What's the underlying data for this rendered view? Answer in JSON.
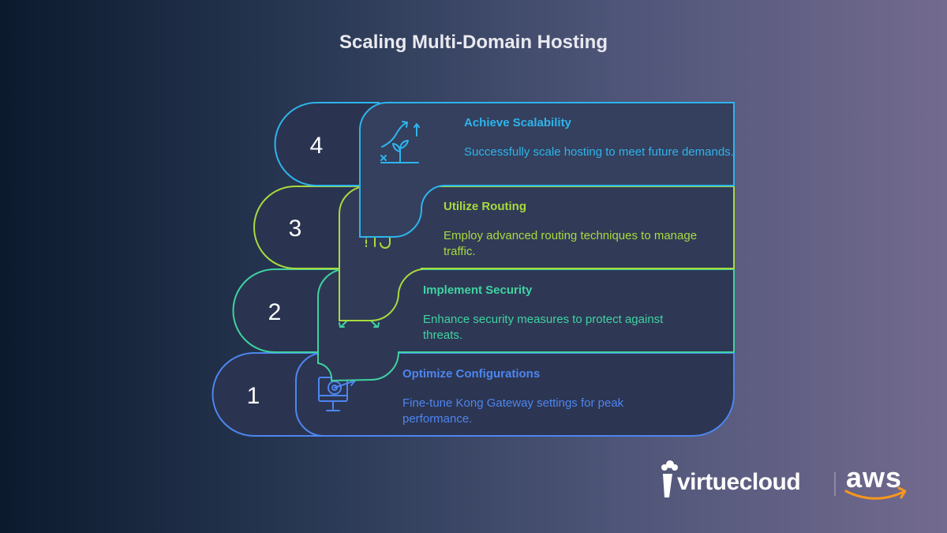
{
  "title": "Scaling Multi-Domain Hosting",
  "steps": [
    {
      "number": "1",
      "title": "Optimize Configurations",
      "description": "Fine-tune Kong Gateway settings for peak performance.",
      "icon": "monitor-target-icon",
      "color": "#4d86f0"
    },
    {
      "number": "2",
      "title": "Implement Security",
      "description": "Enhance security measures to protect against threats.",
      "icon": "shield-network-icon",
      "color": "#3fd3a0"
    },
    {
      "number": "3",
      "title": "Utilize Routing",
      "description": "Employ advanced routing techniques to manage traffic.",
      "icon": "routing-arrows-icon",
      "color": "#a9da3e"
    },
    {
      "number": "4",
      "title": "Achieve Scalability",
      "description": "Successfully scale hosting to meet future demands.",
      "icon": "growth-plant-icon",
      "color": "#2eb4ec"
    }
  ],
  "logos": {
    "virtuecloud": "virtuecloud",
    "aws": "aws"
  },
  "colors": {
    "logo_accent": "#f7961e",
    "number_fill": "#2a3450"
  }
}
